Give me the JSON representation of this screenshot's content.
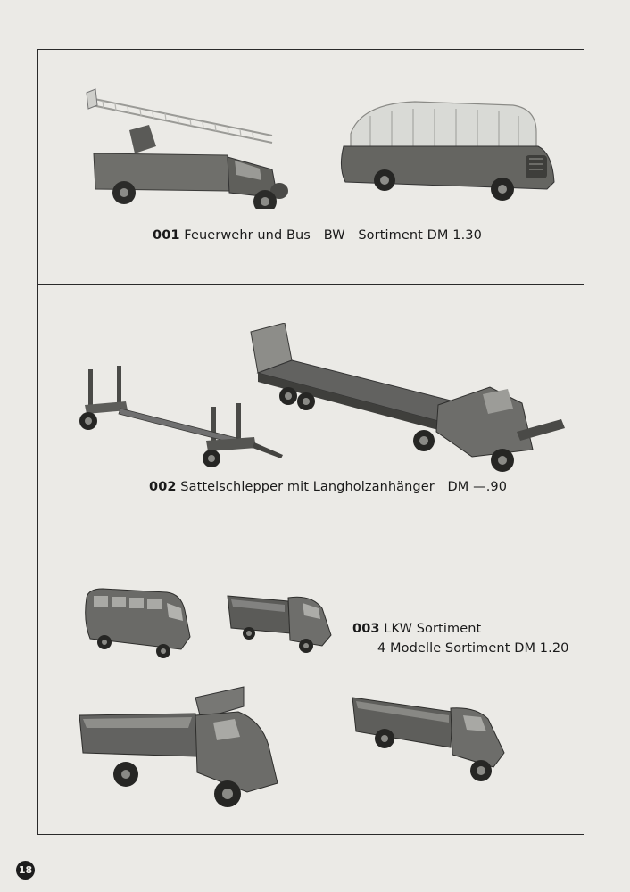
{
  "page_number": "18",
  "items": [
    {
      "number": "001",
      "title": "Feuerwehr und Bus",
      "category": "BW",
      "sortiment": "Sortiment",
      "price": "DM 1.30",
      "models": [
        "fire-ladder-truck",
        "bus"
      ]
    },
    {
      "number": "002",
      "title": "Sattelschlepper mit Langholzanhänger",
      "price": "DM —.90",
      "models": [
        "log-trailer",
        "semi-trailer-truck"
      ]
    },
    {
      "number": "003",
      "title": "LKW Sortiment",
      "subtitle": "4 Modelle Sortiment DM 1.20",
      "models": [
        "vw-bus",
        "vw-pickup",
        "dump-truck",
        "flatbed-truck"
      ]
    }
  ]
}
